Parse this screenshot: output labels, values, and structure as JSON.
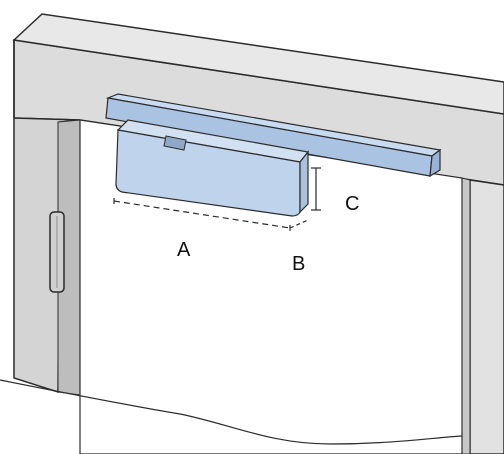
{
  "labels": {
    "a": "A",
    "b": "B",
    "c": "C"
  },
  "colors": {
    "closer_body": "#bfd4ec",
    "closer_shade": "#a9c2df",
    "closer_outline": "#6f7f96",
    "rail_top": "#c5d7ee",
    "rail_front": "#a6bfdf",
    "frame_light": "#e6e6e6",
    "frame_mid": "#d1d1d1",
    "frame_dark": "#b9b9b9",
    "outline": "#2b2b2b"
  },
  "icons": {
    "hinge": "door-hinge-icon"
  }
}
